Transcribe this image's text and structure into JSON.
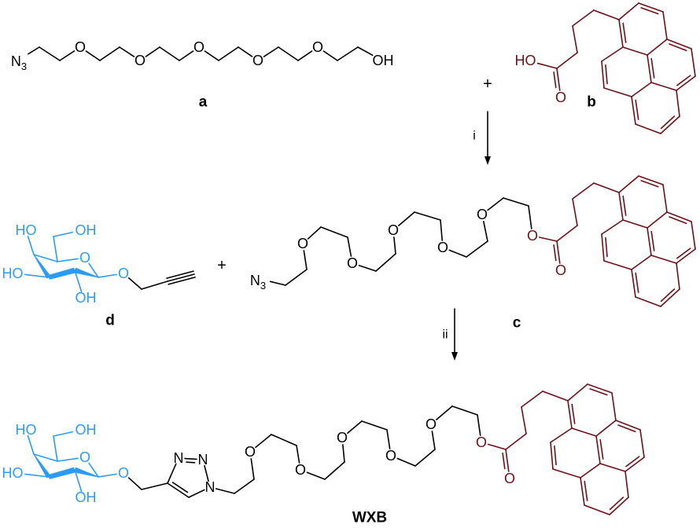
{
  "scheme": {
    "compounds": {
      "a": "a",
      "b": "b",
      "c": "c",
      "d": "d",
      "product": "WXB"
    },
    "steps": {
      "step1": "i",
      "step2": "ii"
    },
    "plus": [
      "+",
      "+"
    ],
    "atom_labels": {
      "azide": {
        "symbol": "N",
        "subscript": "3"
      },
      "oxygen": "O",
      "hydroxyl": "OH",
      "hydroxyl_left": "HO",
      "nitrogen": "N"
    }
  },
  "colors": {
    "peg": "#000000",
    "pyrene_butanoyl": "#6e1016",
    "galactose": "#2b9bf4"
  }
}
